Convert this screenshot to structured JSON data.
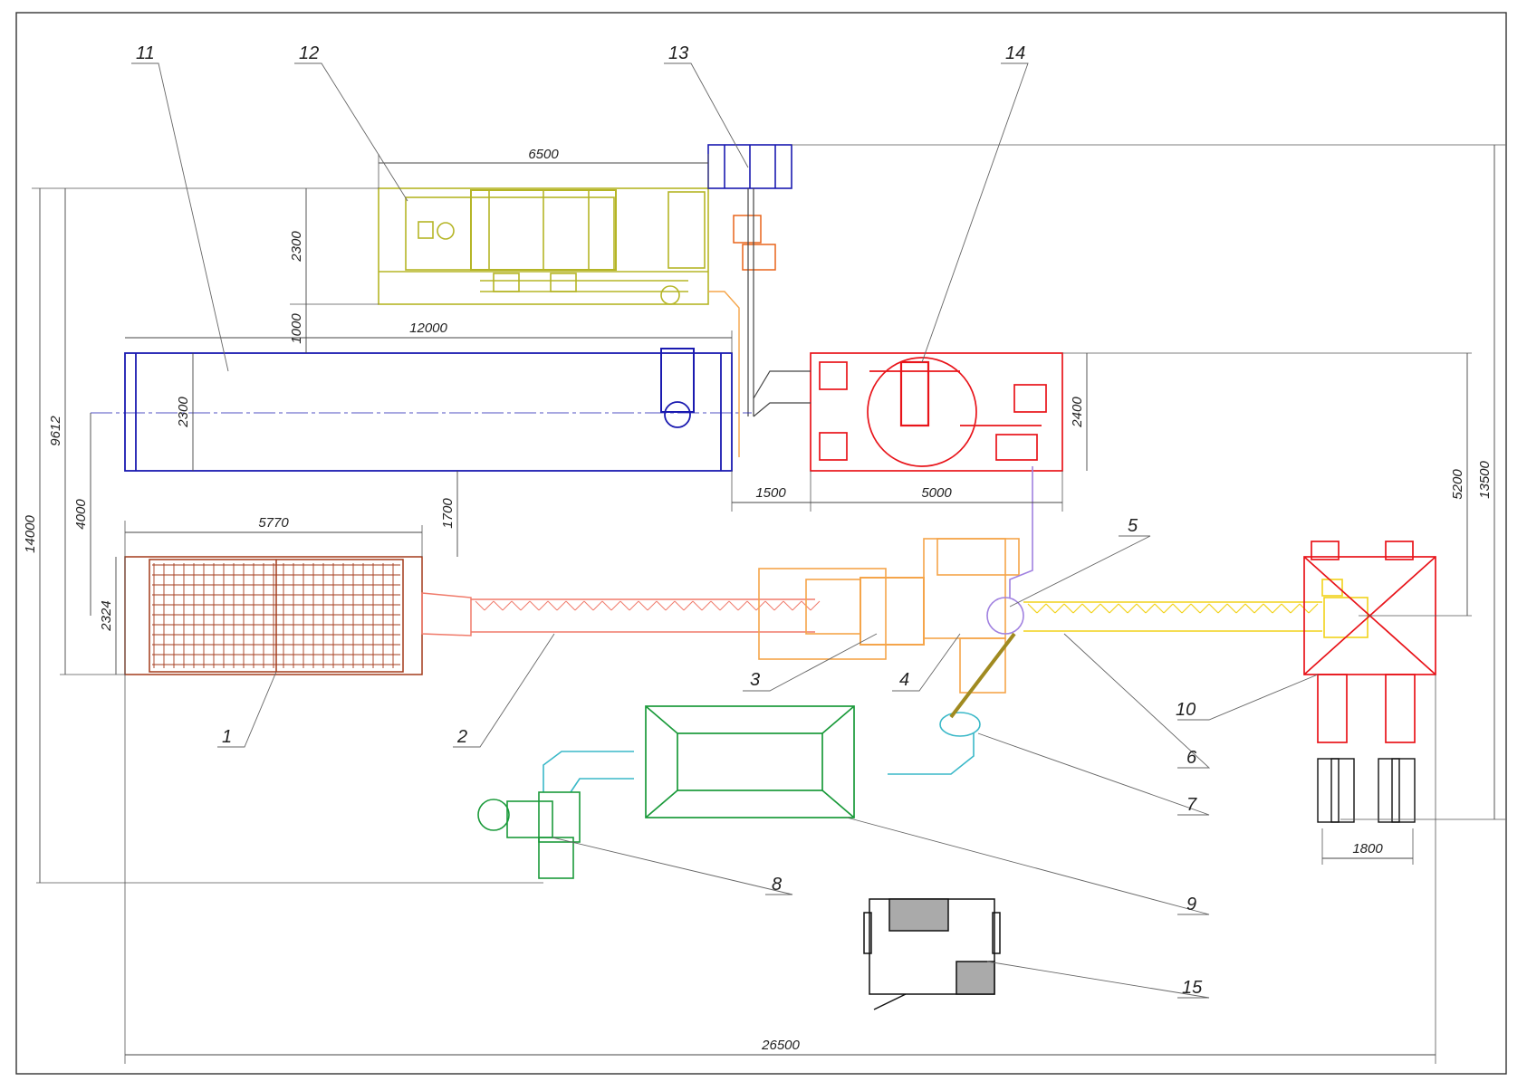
{
  "dimensions": {
    "d6500": "6500",
    "d2300_top": "2300",
    "d1000": "1000",
    "d12000": "12000",
    "d2300_tank": "2300",
    "d9612": "9612",
    "d14000": "14000",
    "d4000": "4000",
    "d1700": "1700",
    "d5770": "5770",
    "d2324": "2324",
    "d1500": "1500",
    "d5000": "5000",
    "d2400": "2400",
    "d5200": "5200",
    "d13500": "13500",
    "d1800": "1800",
    "d26500": "26500"
  },
  "labels": {
    "p1": "1",
    "p2": "2",
    "p3": "3",
    "p4": "4",
    "p5": "5",
    "p6": "6",
    "p7": "7",
    "p8": "8",
    "p9": "9",
    "p10": "10",
    "p11": "11",
    "p12": "12",
    "p13": "13",
    "p14": "14",
    "p15": "15"
  },
  "colors": {
    "feeder": "#a33a1a",
    "conveyor": "#f07a6a",
    "dryer": "#f5a54a",
    "yellow": "#f2d21a",
    "olive": "#b5b526",
    "blue": "#1a1ab0",
    "red": "#e8141a",
    "green": "#1a9a3a",
    "cyan": "#3ab8c8",
    "violet": "#a080e0",
    "black": "#111111"
  }
}
